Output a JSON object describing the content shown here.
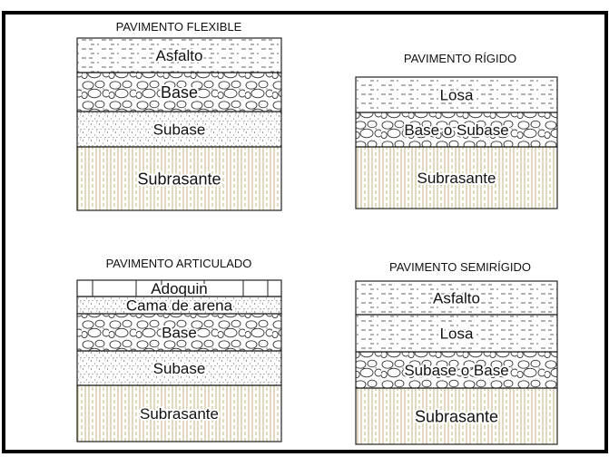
{
  "panels": [
    {
      "title": "PAVIMENTO FLEXIBLE",
      "layers": [
        {
          "label": "Asfalto",
          "material": "asphalt"
        },
        {
          "label": "Base",
          "material": "gravel"
        },
        {
          "label": "Subase",
          "material": "sand"
        },
        {
          "label": "Subrasante",
          "material": "subgrade"
        }
      ]
    },
    {
      "title": "PAVIMENTO RÍGIDO",
      "layers": [
        {
          "label": "Losa",
          "material": "slab"
        },
        {
          "label": "Base o Subase",
          "material": "gravel"
        },
        {
          "label": "Subrasante",
          "material": "subgrade"
        }
      ]
    },
    {
      "title": "PAVIMENTO ARTICULADO",
      "layers": [
        {
          "label": "Adoquin",
          "material": "pavers"
        },
        {
          "label": "Cama de arena",
          "material": "sand"
        },
        {
          "label": "Base",
          "material": "gravel"
        },
        {
          "label": "Subase",
          "material": "sand"
        },
        {
          "label": "Subrasante",
          "material": "subgrade"
        }
      ]
    },
    {
      "title": "PAVIMENTO SEMIRÍGIDO",
      "layers": [
        {
          "label": "Asfalto",
          "material": "asphalt"
        },
        {
          "label": "Losa",
          "material": "slab"
        },
        {
          "label": "Subase o Base",
          "material": "gravel"
        },
        {
          "label": "Subrasante",
          "material": "subgrade"
        }
      ]
    }
  ],
  "colors": {
    "frame": "#000000",
    "line": "#222222",
    "subgrade_hatch": "#c9b27a",
    "dash": "#555555",
    "stone": "#333333",
    "dot": "#444444"
  }
}
